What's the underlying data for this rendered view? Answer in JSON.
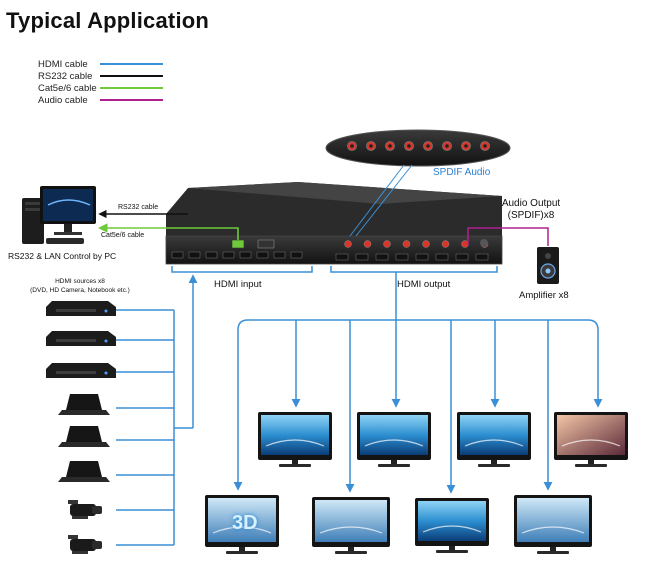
{
  "title": "Typical Application",
  "legend": [
    {
      "label": "HDMI cable",
      "color": "#3a8fd6"
    },
    {
      "label": "RS232 cable",
      "color": "#111111"
    },
    {
      "label": "Cat5e/6 cable",
      "color": "#6ec93b"
    },
    {
      "label": "Audio cable",
      "color": "#b0208f"
    }
  ],
  "labels": {
    "rs232_cable": "RS232 cable",
    "cat5_cable": "Cat5e/6 cable",
    "pc_control": "RS232 & LAN Control by PC",
    "sources_line1": "HDMI sources x8",
    "sources_line2": "(DVD, HD Camera, Notebook etc.)",
    "hdmi_input": "HDMI input",
    "hdmi_output": "HDMI output",
    "spdif_audio": "SPDIF Audio",
    "audio_output_line1": "Audio Output",
    "audio_output_line2": "(SPDIF)x8",
    "amplifier": "Amplifier x8",
    "overlay_3d": "3D"
  },
  "colors": {
    "hdmi": "#3a8fd6",
    "rs232": "#111111",
    "cat5": "#6ec93b",
    "audio": "#b0208f",
    "device": "#222222"
  },
  "icons": {
    "pc": "desktop-computer-icon",
    "matrix": "hdmi-matrix-switcher-icon",
    "audio_panel": "spdif-audio-panel-icon",
    "amplifier": "speaker-amplifier-icon",
    "sources": [
      "dvd-player-icon",
      "dvd-player-icon",
      "dvd-player-icon",
      "notebook-icon",
      "notebook-icon",
      "notebook-icon",
      "camcorder-icon",
      "camcorder-icon"
    ],
    "displays": [
      "tv-icon",
      "tv-icon",
      "tv-icon",
      "tv-icon",
      "tv-icon",
      "tv-icon",
      "tv-icon",
      "tv-icon"
    ]
  }
}
